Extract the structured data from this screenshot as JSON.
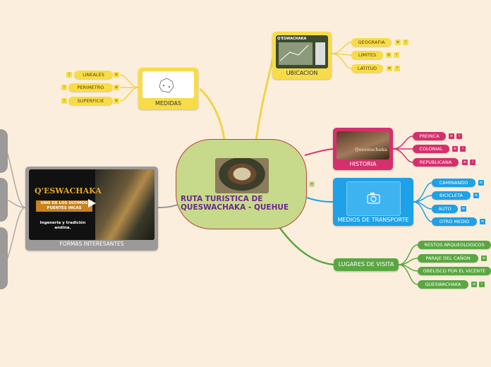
{
  "central": {
    "title": "RUTA TURISTICA DE QUESWACHAKA - QUEHUE"
  },
  "ubicacion": {
    "label": "UBICACION",
    "map_caption": "Q'ESWACHAKA",
    "items": [
      "GEOGRAFIA",
      "LIMITES",
      "LATITUD"
    ]
  },
  "medidas": {
    "label": "MEDIDAS",
    "items": [
      "LINEALES",
      "PERIMETRO",
      "SUPERFICIE"
    ]
  },
  "historia": {
    "label": "HISTORIA",
    "image_caption": "Queswachaka",
    "items": [
      "PREINCA",
      "COLONIAL",
      "REPUBLICANA"
    ]
  },
  "medios": {
    "label": "MEDIOS DE TRANSPORTE",
    "items": [
      "CAMINANDO",
      "BICICLETA",
      "AUTO",
      "OTRO MEDIO"
    ]
  },
  "lugares": {
    "label": "LUGARES DE VISITA",
    "items": [
      "RESTOS ARQUEOLOGICOS",
      "PARAJE DEL CAÑON",
      "OBELISCO POR EL VICENTE",
      "QUESWACHAKA"
    ]
  },
  "formas": {
    "label": "FORMAS INTERESANTES",
    "video_title": "Q'ESWACHAKA",
    "video_sub": "UNO DE LOS ULTIMOS PUENTES INCAS",
    "video_text": "Ingeneria y tradición andina."
  },
  "icons": {
    "notes": "notes-icon",
    "info": "info-icon",
    "camera": "camera-icon",
    "play": "play-icon"
  },
  "colors": {
    "yellow": "#f7dc48",
    "pink": "#d62f6d",
    "blue": "#1ea1e6",
    "green": "#5aa742",
    "central": "#c7d98a"
  }
}
